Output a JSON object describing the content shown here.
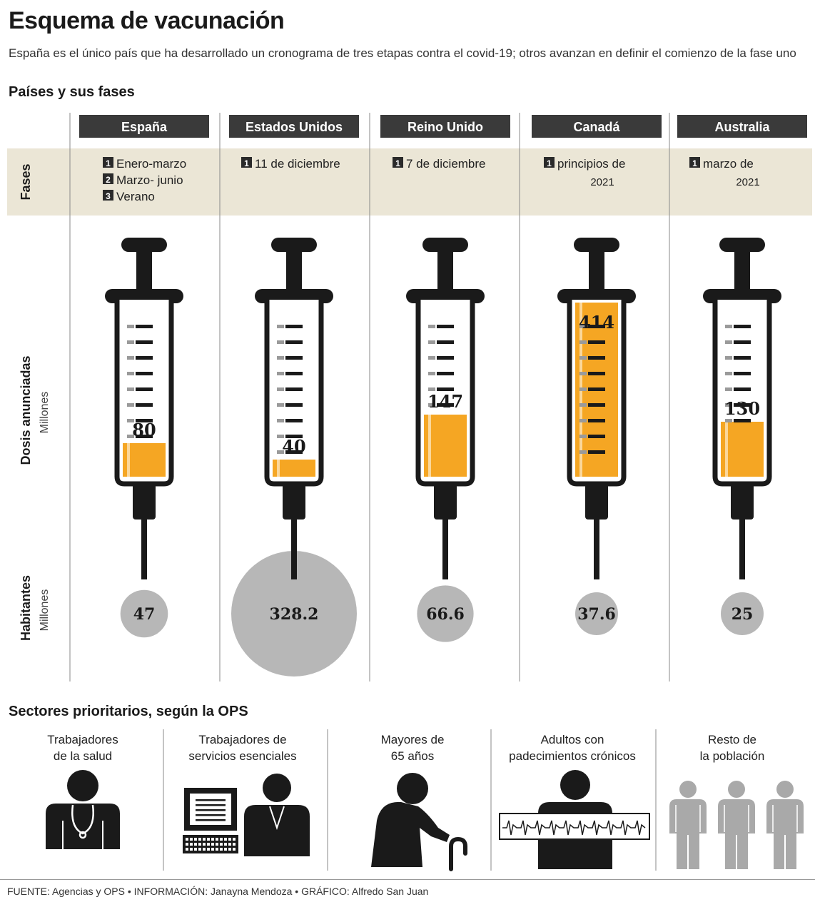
{
  "header": {
    "title": "Esquema de vacunación",
    "subtitle": "España es el único país que ha desarrollado un cronograma de tres etapas contra el covid-19; otros avanzan en definir el comienzo de la fase uno",
    "section_countries": "Países y sus fases",
    "section_sectors": "Sectores prioritarios, según la OPS"
  },
  "row_labels": {
    "phases": "Fases",
    "doses": "Dosis anunciadas",
    "doses_unit": "Millones",
    "population": "Habitantes",
    "population_unit": "Millones"
  },
  "countries": [
    {
      "name": "España",
      "phases": [
        {
          "num": "1",
          "text": "Enero-marzo"
        },
        {
          "num": "2",
          "text": "Marzo- junio"
        },
        {
          "num": "3",
          "text": "Verano"
        }
      ]
    },
    {
      "name": "Estados Unidos",
      "phases": [
        {
          "num": "1",
          "text": "11 de diciembre"
        }
      ]
    },
    {
      "name": "Reino Unido",
      "phases": [
        {
          "num": "1",
          "text": "7 de diciembre"
        }
      ]
    },
    {
      "name": "Canadá",
      "phases": [
        {
          "num": "1",
          "text": "principios de",
          "text2": "2021"
        }
      ]
    },
    {
      "name": "Australia",
      "phases": [
        {
          "num": "1",
          "text": "marzo de",
          "text2": "2021"
        }
      ]
    }
  ],
  "chart_data": {
    "type": "bar",
    "categories": [
      "España",
      "Estados Unidos",
      "Reino Unido",
      "Canadá",
      "Australia"
    ],
    "series": [
      {
        "name": "Dosis anunciadas",
        "values": [
          80,
          40,
          147,
          414,
          130
        ]
      },
      {
        "name": "Habitantes",
        "values": [
          47,
          328.2,
          66.6,
          37.6,
          25
        ]
      }
    ],
    "value_labels": {
      "doses": [
        "80",
        "40",
        "147",
        "414",
        "130"
      ],
      "population": [
        "47",
        "328.2",
        "66.6",
        "37.6",
        "25"
      ]
    },
    "ylabel": "Millones",
    "colors": {
      "fill": "#f5a623",
      "circle": "#b7b7b7",
      "syringe": "#1a1a1a",
      "band": "#ebe6d6",
      "header": "#3a3a3a"
    }
  },
  "sectors": [
    {
      "line1": "Trabajadores",
      "line2": "de la salud",
      "icon": "health-worker-icon"
    },
    {
      "line1": "Trabajadores de",
      "line2": "servicios esenciales",
      "icon": "essential-worker-icon"
    },
    {
      "line1": "Mayores de",
      "line2": "65 años",
      "icon": "elderly-person-icon"
    },
    {
      "line1": "Adultos con",
      "line2": "padecimientos crónicos",
      "icon": "chronic-patient-icon"
    },
    {
      "line1": "Resto de",
      "line2": "la población",
      "icon": "general-population-icon"
    }
  ],
  "footer": {
    "source_label": "FUENTE:",
    "source": "Agencias y OPS",
    "info_label": "INFORMACIÓN:",
    "info": "Janayna Mendoza",
    "graphic_label": "GRÁFICO:",
    "graphic": "Alfredo San Juan"
  }
}
